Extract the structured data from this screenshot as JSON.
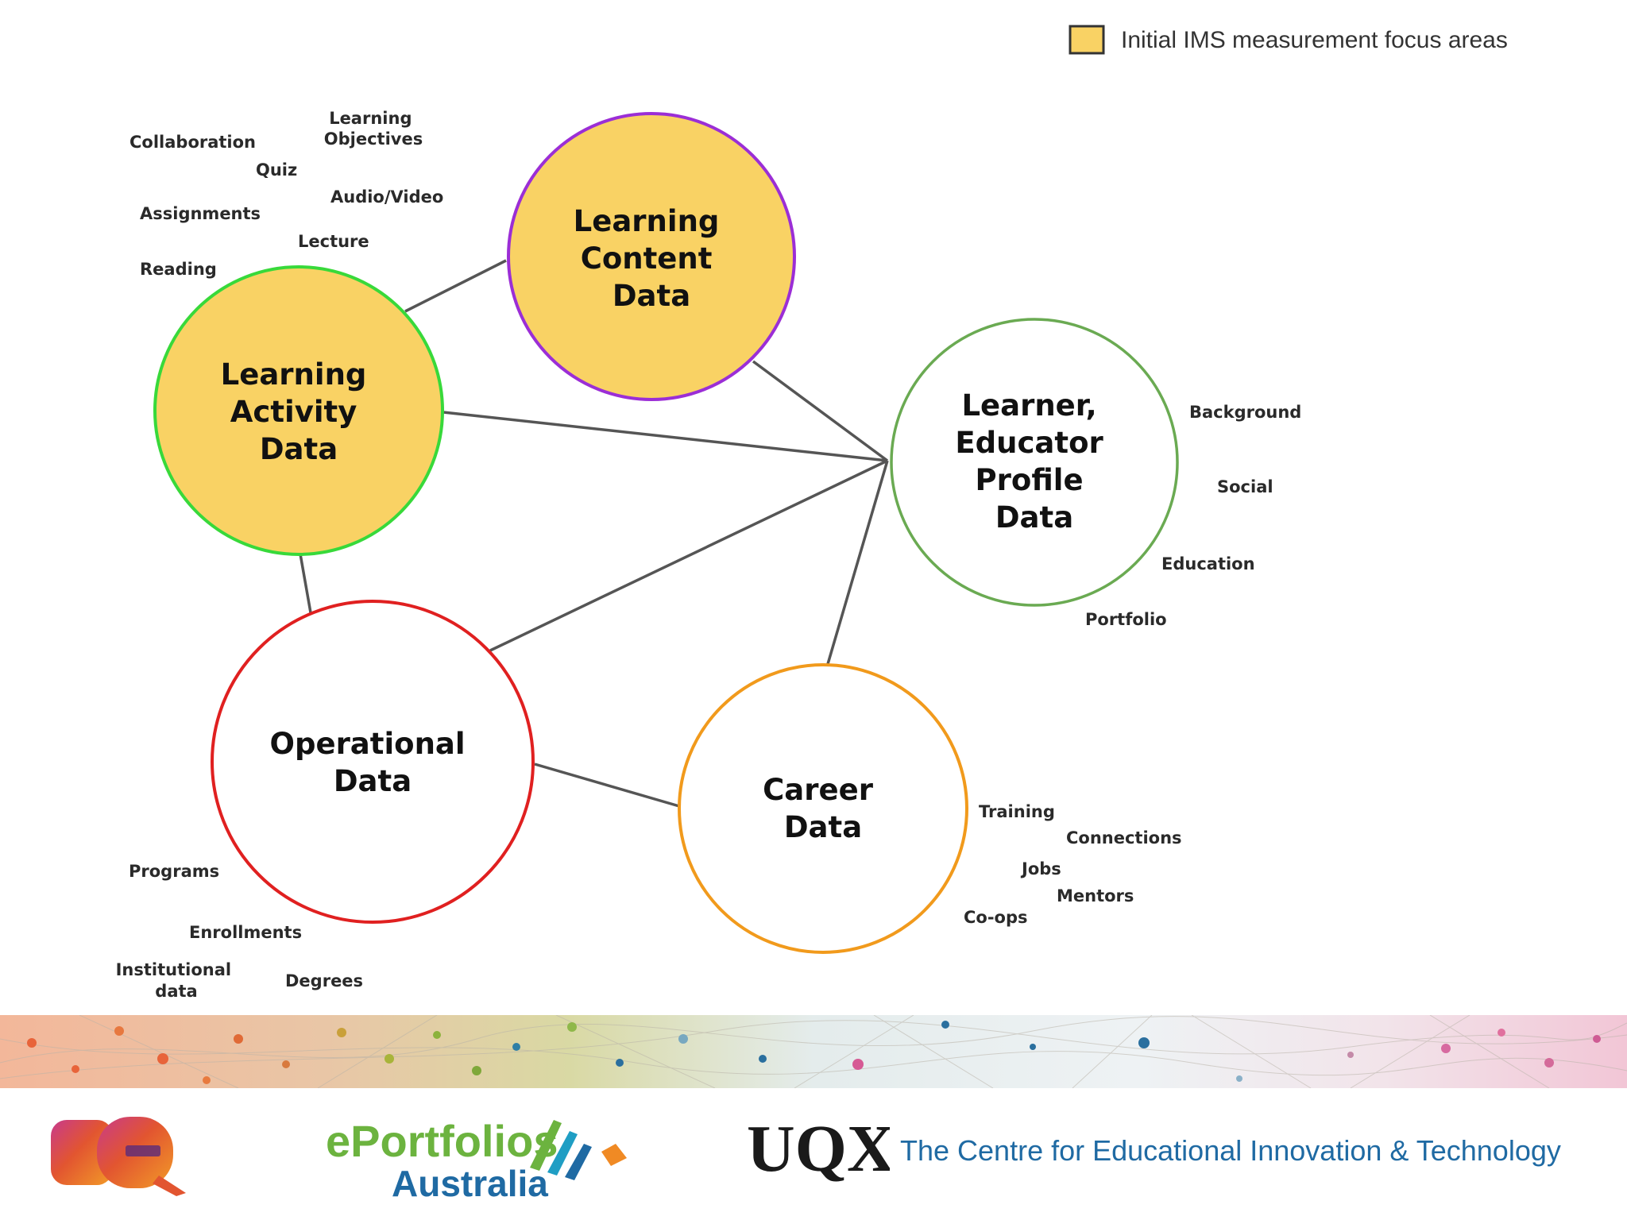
{
  "legend": {
    "label": "Initial IMS measurement focus areas",
    "swatch_color": "#f9d264"
  },
  "nodes": [
    {
      "id": "learning-content",
      "lines": [
        "Learning",
        "Content",
        "Data"
      ],
      "fill": "#f9d264",
      "stroke": "#9b2ed6",
      "focus_area": true
    },
    {
      "id": "learning-activity",
      "lines": [
        "Learning",
        "Activity",
        "Data"
      ],
      "fill": "#f9d264",
      "stroke": "#38d93a",
      "focus_area": true
    },
    {
      "id": "learner-profile",
      "lines": [
        "Learner,",
        "Educator",
        "Profile",
        "Data"
      ],
      "fill": "#ffffff",
      "stroke": "#6aaa52",
      "focus_area": false
    },
    {
      "id": "operational",
      "lines": [
        "Operational",
        "Data"
      ],
      "fill": "#ffffff",
      "stroke": "#e02020",
      "focus_area": false
    },
    {
      "id": "career",
      "lines": [
        "Career",
        "Data"
      ],
      "fill": "#ffffff",
      "stroke": "#f19a1c",
      "focus_area": false
    }
  ],
  "edges": [
    [
      "learning-activity",
      "learning-content"
    ],
    [
      "learning-content",
      "learner-profile"
    ],
    [
      "learning-activity",
      "learner-profile"
    ],
    [
      "learning-activity",
      "operational"
    ],
    [
      "operational",
      "learner-profile"
    ],
    [
      "career",
      "learner-profile"
    ],
    [
      "operational",
      "career"
    ]
  ],
  "sub_labels": {
    "learning_activity": [
      "Learning Objectives",
      "Collaboration",
      "Quiz",
      "Audio/Video",
      "Assignments",
      "Lecture",
      "Reading"
    ],
    "learner_profile": [
      "Background",
      "Social",
      "Education",
      "Portfolio"
    ],
    "career": [
      "Training",
      "Connections",
      "Jobs",
      "Mentors",
      "Co-ops"
    ],
    "operational": [
      "Programs",
      "Enrollments",
      "Institutional data",
      "Degrees"
    ]
  },
  "footer": {
    "logos": [
      "UQ",
      "ePortfolios Australia",
      "UQX"
    ],
    "eportfolios_line1": "ePortfolios",
    "eportfolios_line2": "Australia",
    "uqx_text": "UQX",
    "centre_name": "The Centre for Educational Innovation & Technology",
    "centre_color": "#1f6aa3"
  }
}
